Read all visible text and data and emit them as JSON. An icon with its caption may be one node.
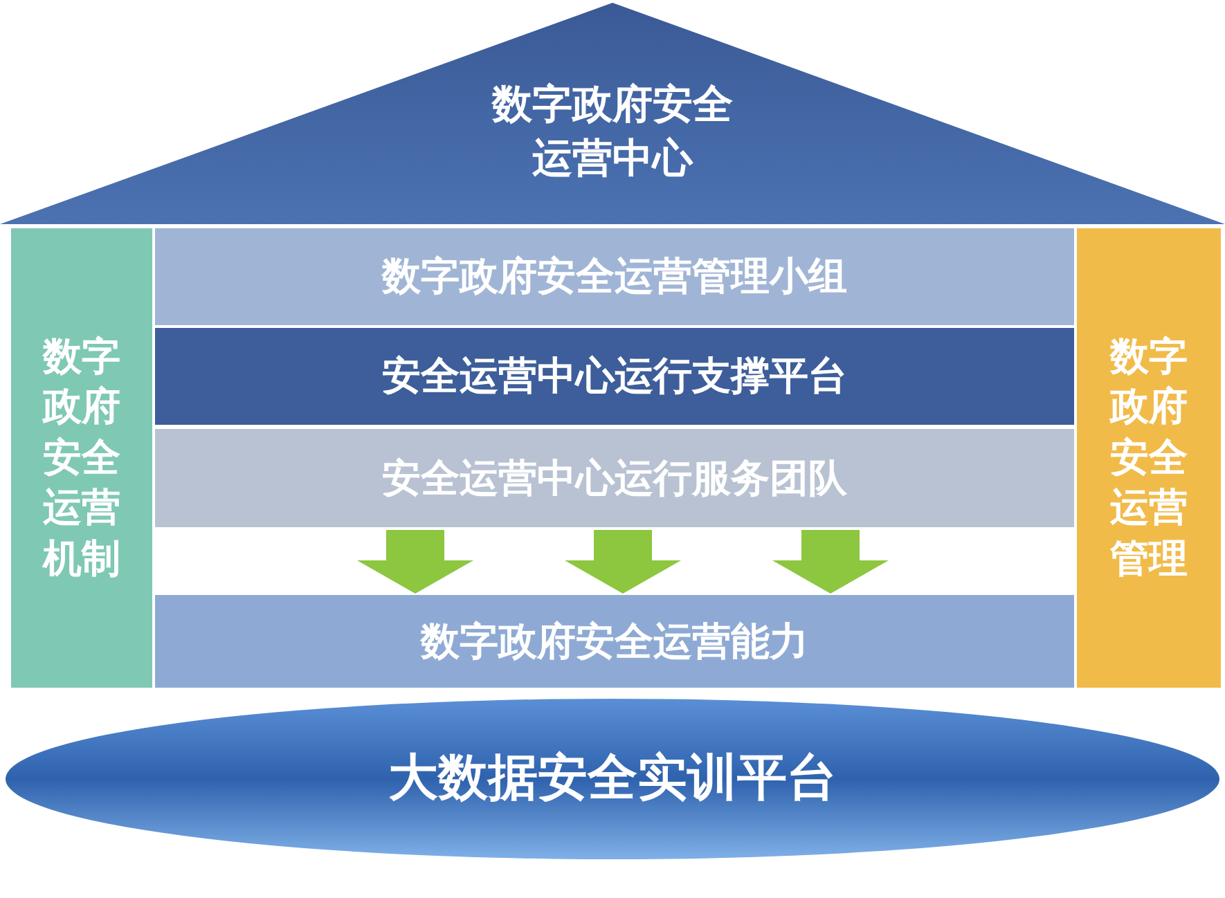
{
  "diagram": {
    "nodes": [
      {
        "text": [
          "数字政府安全运营中心"
        ]
      },
      {
        "text": [
          "数字政府安全运营机制"
        ]
      },
      {
        "text": [
          "数字政府安全运营管理小组"
        ]
      },
      {
        "text": [
          "安全运营中心运行支撑平台"
        ]
      },
      {
        "text": [
          "安全运营中心运行服务团队"
        ]
      },
      {
        "text": [
          "数字政府安全运营能力"
        ]
      },
      {
        "text": [
          "数字政府安全运营管理"
        ]
      },
      {
        "text": [
          "大数据安全实训平台"
        ]
      }
    ],
    "edges": [
      {
        "from": 4,
        "to": 5,
        "arrow": "to"
      },
      {
        "from": 4,
        "to": 5,
        "arrow": "to"
      },
      {
        "from": 4,
        "to": 5,
        "arrow": "to"
      }
    ]
  }
}
